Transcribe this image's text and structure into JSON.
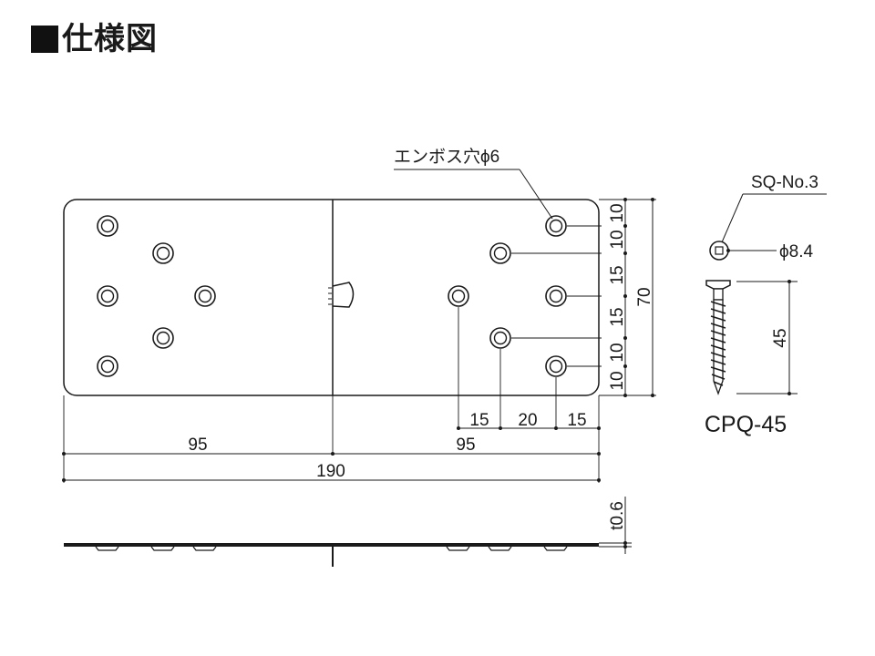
{
  "heading": {
    "title": "仕様図"
  },
  "plate": {
    "total_width": "190",
    "left_width": "95",
    "right_width": "95",
    "height": "70",
    "thickness": "t0.6",
    "hole_callout": "エンボス穴ϕ6",
    "vertical_pitches": [
      "10",
      "10",
      "15",
      "15",
      "10",
      "10"
    ],
    "horizontal_pitches": [
      "15",
      "20",
      "15"
    ]
  },
  "screw": {
    "model": "CPQ-45",
    "drive": "SQ-No.3",
    "head_diameter": "ϕ8.4",
    "length": "45"
  },
  "colors": {
    "line": "#1a1a1a",
    "hole_fill": "#ffffff"
  }
}
